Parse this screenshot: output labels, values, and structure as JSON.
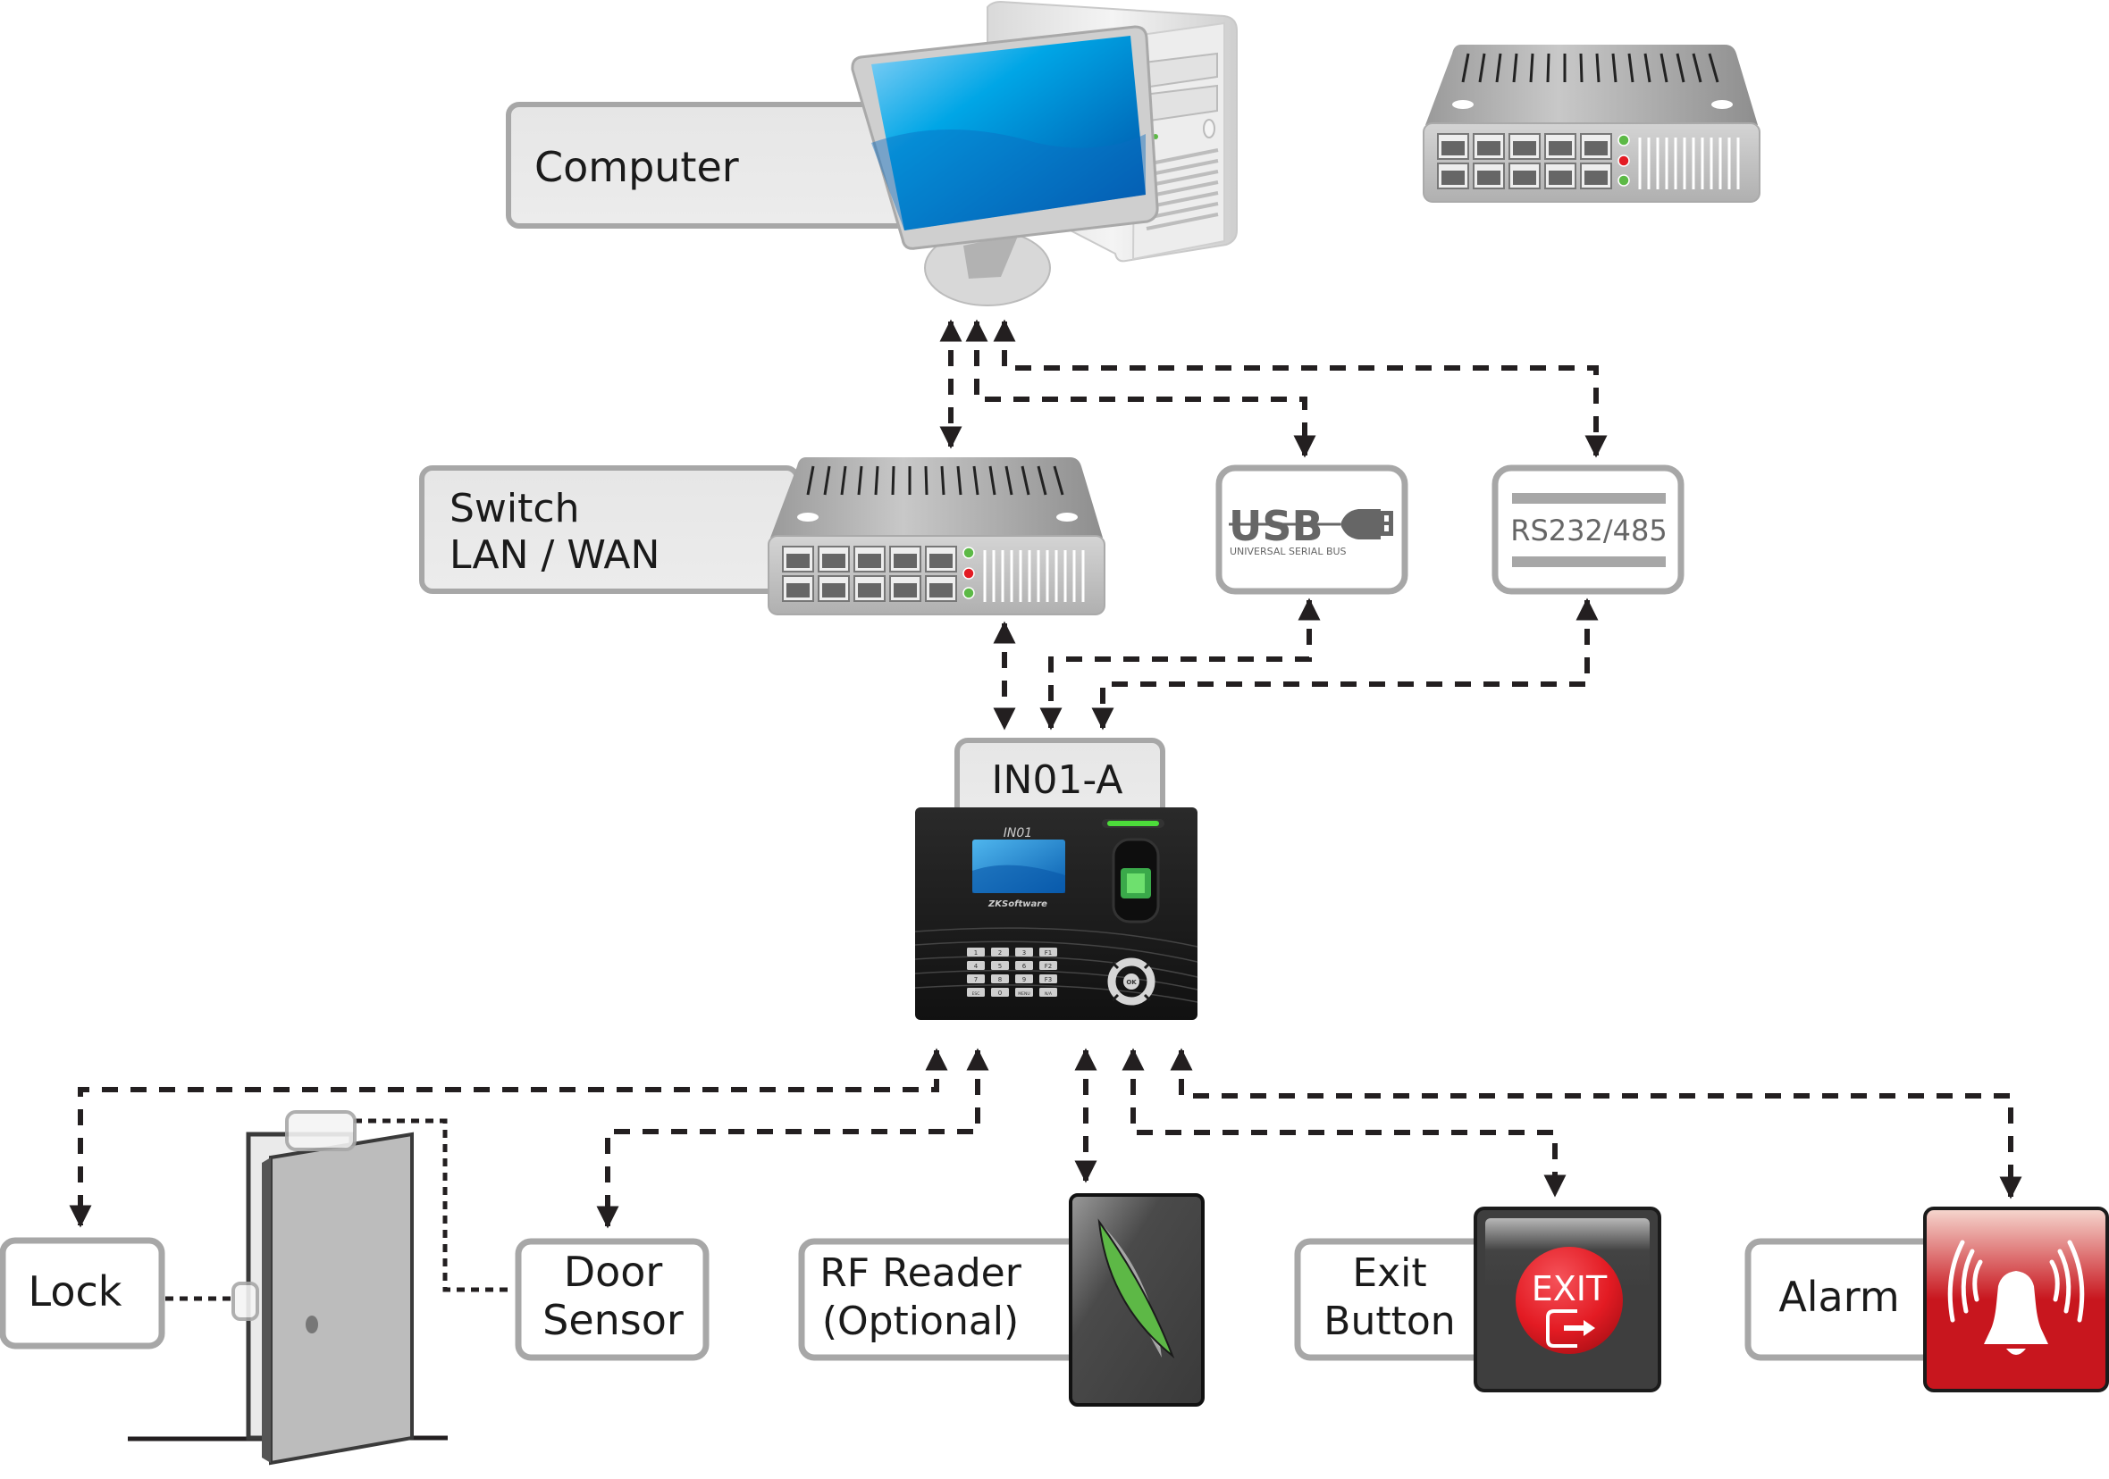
{
  "diagram": {
    "title": "IN01-A access control system connection diagram",
    "colors": {
      "line": "#231f20",
      "label_border": "#a7a7a7",
      "label_fill_top": "#e8e8e8",
      "label_fill_bottom": "#ffffff",
      "screen_blue": "#0a78c8",
      "led_green": "#5cb946",
      "led_red": "#e31b23",
      "exit_red": "#e31b23",
      "alarm_red": "#c8161e",
      "rf_green": "#5db846",
      "device_black": "#1b1b1b"
    }
  },
  "nodes": {
    "computer": {
      "label": "Computer",
      "icon": "desktop-computer-icon"
    },
    "standalone_switch": {
      "icon": "network-switch-icon"
    },
    "switch": {
      "label_line1": "Switch",
      "label_line2": "LAN / WAN",
      "icon": "network-switch-icon"
    },
    "usb": {
      "logo_text": "USB",
      "sub_text": "UNIVERSAL SERIAL BUS",
      "icon": "usb-plug-icon"
    },
    "rs232": {
      "label": "RS232/485"
    },
    "device": {
      "label": "IN01-A",
      "model_text": "IN01",
      "brand_text": "ZKSoftware",
      "keypad": [
        "1",
        "2",
        "3",
        "F1",
        "4",
        "5",
        "6",
        "F2",
        "7",
        "8",
        "9",
        "F3",
        "ESC",
        "0",
        "MENU",
        "N/A"
      ],
      "nav_center": "OK"
    },
    "lock": {
      "label": "Lock"
    },
    "door_sensor": {
      "label_line1": "Door",
      "label_line2": "Sensor"
    },
    "rf_reader": {
      "label_line1": "RF Reader",
      "label_line2": "(Optional)"
    },
    "exit_button": {
      "label_line1": "Exit",
      "label_line2": "Button",
      "button_text": "EXIT"
    },
    "alarm": {
      "label": "Alarm",
      "icon": "alarm-bell-icon"
    }
  },
  "connections": [
    {
      "from": "switch",
      "to": "computer",
      "style": "dashed",
      "direction": "bidirectional"
    },
    {
      "from": "usb",
      "to": "computer",
      "style": "dashed",
      "direction": "bidirectional"
    },
    {
      "from": "rs232",
      "to": "computer",
      "style": "dashed",
      "direction": "bidirectional"
    },
    {
      "from": "device",
      "to": "switch",
      "style": "dashed",
      "direction": "bidirectional"
    },
    {
      "from": "device",
      "to": "usb",
      "style": "dashed",
      "direction": "bidirectional"
    },
    {
      "from": "device",
      "to": "rs232",
      "style": "dashed",
      "direction": "bidirectional"
    },
    {
      "from": "device",
      "to": "lock",
      "style": "dashed",
      "direction": "bidirectional"
    },
    {
      "from": "device",
      "to": "door_sensor",
      "style": "dashed",
      "direction": "bidirectional"
    },
    {
      "from": "device",
      "to": "rf_reader",
      "style": "dashed",
      "direction": "bidirectional"
    },
    {
      "from": "device",
      "to": "exit_button",
      "style": "dashed",
      "direction": "bidirectional"
    },
    {
      "from": "device",
      "to": "alarm",
      "style": "dashed",
      "direction": "bidirectional"
    },
    {
      "from": "lock",
      "to": "door",
      "style": "dotted",
      "direction": "none"
    },
    {
      "from": "door_sensor",
      "to": "door",
      "style": "dotted",
      "direction": "none"
    }
  ]
}
